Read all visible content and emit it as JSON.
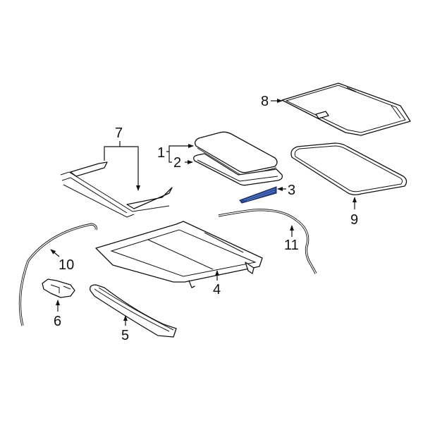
{
  "diagram": {
    "highlight_color": "#2a4a9a",
    "line_color": "#111111",
    "background": "#ffffff",
    "parts": [
      {
        "id": 1,
        "label": "1",
        "name": "sunroof-glass-panel"
      },
      {
        "id": 2,
        "label": "2",
        "name": "glass-panel-seal"
      },
      {
        "id": 3,
        "label": "3",
        "name": "wind-deflector-seal",
        "highlighted": true
      },
      {
        "id": 4,
        "label": "4",
        "name": "sunroof-frame-housing"
      },
      {
        "id": 5,
        "label": "5",
        "name": "guide-rail"
      },
      {
        "id": 6,
        "label": "6",
        "name": "sunroof-motor"
      },
      {
        "id": 7,
        "label": "7",
        "name": "sunshade-guide-rails"
      },
      {
        "id": 8,
        "label": "8",
        "name": "sunshade-panel"
      },
      {
        "id": 9,
        "label": "9",
        "name": "roof-opening-weatherstrip"
      },
      {
        "id": 10,
        "label": "10",
        "name": "front-drain-hose"
      },
      {
        "id": 11,
        "label": "11",
        "name": "rear-drain-hose"
      }
    ]
  }
}
